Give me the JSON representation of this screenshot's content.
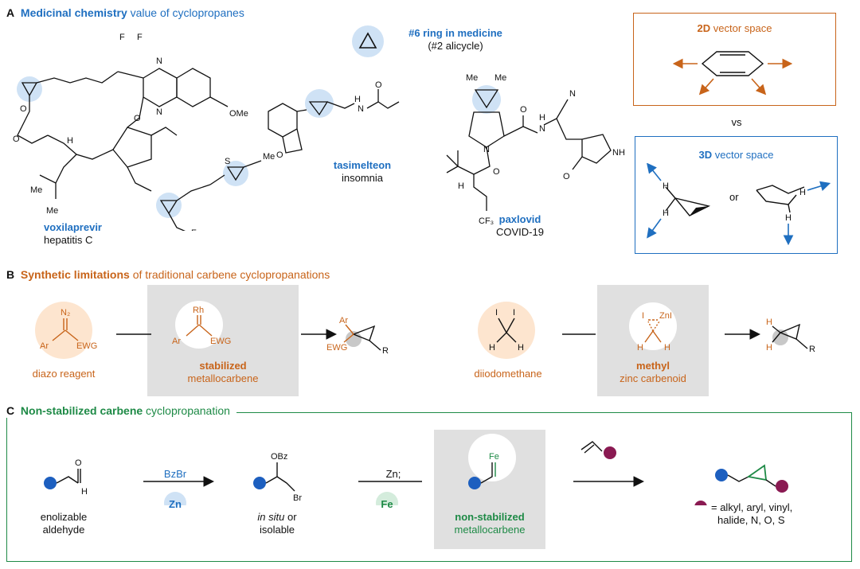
{
  "colors": {
    "blue": "#1f6fc0",
    "orange": "#c8641a",
    "green": "#1e8a46",
    "highlight_blue": "#cfe2f5",
    "highlight_orange": "#fde5cf",
    "gray_box": "#e0e0e0",
    "purple_dot": "#8a1a52",
    "blue_dot": "#1d5fbf"
  },
  "section_a": {
    "letter": "A",
    "title_bold": "Medicinal chemistry",
    "title_rest": " value of cyclopropanes",
    "ring_rank": "#6 ring in medicine",
    "alicycle_rank": "(#2 alicycle)",
    "drugs": [
      {
        "name": "voxilaprevir",
        "indication": "hepatitis C"
      },
      {
        "name": "tasimelteon",
        "indication": "insomnia"
      },
      {
        "name": "paxlovid",
        "indication": "COVID-19"
      }
    ],
    "vector_2d": {
      "bold": "2D",
      "rest": " vector space"
    },
    "vs": "vs",
    "vector_3d": {
      "bold": "3D",
      "rest": " vector space"
    },
    "or": "or",
    "atoms": {
      "F": "F",
      "N": "N",
      "O": "O",
      "H": "H",
      "OMe": "OMe",
      "Me": "Me",
      "S": "S",
      "NH": "NH",
      "CF3": "CF₃"
    }
  },
  "section_b": {
    "letter": "B",
    "title_bold": "Synthetic limitations",
    "title_rest": " of traditional carbene cyclopropanations",
    "diazo_label": "diazo reagent",
    "stabilized_bold": "stabilized",
    "stabilized_rest": "metallocarbene",
    "diiodo_label": "diiodomethane",
    "methyl_bold": "methyl",
    "methyl_rest": "zinc carbenoid",
    "atoms": {
      "N2": "N₂",
      "Ar": "Ar",
      "EWG": "EWG",
      "Rh": "Rh",
      "R": "R",
      "I": "I",
      "ZnI": "ZnI",
      "H": "H"
    }
  },
  "section_c": {
    "letter": "C",
    "title_bold": "Non-stabilized carbene",
    "title_rest": " cyclopropanation",
    "aldehyde_label_1": "enolizable",
    "aldehyde_label_2": "aldehyde",
    "reagent_1": "BzBr",
    "catalyst_1": "Zn",
    "insitu_italic": "in situ",
    "insitu_rest": " or",
    "isolable": "isolable",
    "reagent_2": "Zn;",
    "catalyst_2": "Fe",
    "nonstab_bold": "non-stabilized",
    "nonstab_rest": "metallocarbene",
    "legend": "= alkyl, aryl, vinyl,",
    "legend_2": "halide, N, O, S",
    "atoms": {
      "O": "O",
      "H": "H",
      "OBz": "OBz",
      "Br": "Br",
      "Fe": "Fe"
    }
  }
}
